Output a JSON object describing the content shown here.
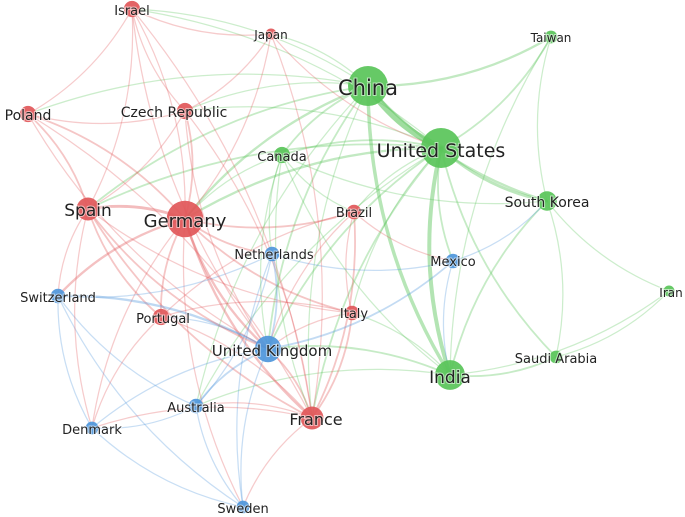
{
  "clusters": {
    "red": "#e15759",
    "green": "#59c459",
    "blue": "#4e96db"
  },
  "nodes": [
    {
      "id": "china",
      "label": "China",
      "cluster": "green",
      "weight": 10
    },
    {
      "id": "united-states",
      "label": "United States",
      "cluster": "green",
      "weight": 10
    },
    {
      "id": "india",
      "label": "India",
      "cluster": "green",
      "weight": 7
    },
    {
      "id": "south-korea",
      "label": "South Korea",
      "cluster": "green",
      "weight": 4
    },
    {
      "id": "taiwan",
      "label": "Taiwan",
      "cluster": "green",
      "weight": 2
    },
    {
      "id": "canada",
      "label": "Canada",
      "cluster": "green",
      "weight": 3
    },
    {
      "id": "saudi-arabia",
      "label": "Saudi Arabia",
      "cluster": "green",
      "weight": 2
    },
    {
      "id": "iran",
      "label": "Iran",
      "cluster": "green",
      "weight": 1.5
    },
    {
      "id": "germany",
      "label": "Germany",
      "cluster": "red",
      "weight": 9
    },
    {
      "id": "spain",
      "label": "Spain",
      "cluster": "red",
      "weight": 5
    },
    {
      "id": "france",
      "label": "France",
      "cluster": "red",
      "weight": 5
    },
    {
      "id": "poland",
      "label": "Poland",
      "cluster": "red",
      "weight": 3
    },
    {
      "id": "israel",
      "label": "Israel",
      "cluster": "red",
      "weight": 3
    },
    {
      "id": "czech-republic",
      "label": "Czech Republic",
      "cluster": "red",
      "weight": 3
    },
    {
      "id": "japan",
      "label": "Japan",
      "cluster": "red",
      "weight": 1.5
    },
    {
      "id": "brazil",
      "label": "Brazil",
      "cluster": "red",
      "weight": 2.5
    },
    {
      "id": "italy",
      "label": "Italy",
      "cluster": "red",
      "weight": 2.5
    },
    {
      "id": "portugal",
      "label": "Portugal",
      "cluster": "red",
      "weight": 3
    },
    {
      "id": "united-kingdom",
      "label": "United Kingdom",
      "cluster": "blue",
      "weight": 6
    },
    {
      "id": "netherlands",
      "label": "Netherlands",
      "cluster": "blue",
      "weight": 2.5
    },
    {
      "id": "mexico",
      "label": "Mexico",
      "cluster": "blue",
      "weight": 2.5
    },
    {
      "id": "switzerland",
      "label": "Switzerland",
      "cluster": "blue",
      "weight": 2.5
    },
    {
      "id": "australia",
      "label": "Australia",
      "cluster": "blue",
      "weight": 2.5
    },
    {
      "id": "denmark",
      "label": "Denmark",
      "cluster": "blue",
      "weight": 2
    },
    {
      "id": "sweden",
      "label": "Sweden",
      "cluster": "blue",
      "weight": 2
    }
  ],
  "links": [
    [
      "china",
      "united-states",
      10
    ],
    [
      "china",
      "india",
      5
    ],
    [
      "united-states",
      "india",
      6
    ],
    [
      "united-states",
      "south-korea",
      4
    ],
    [
      "china",
      "south-korea",
      3
    ],
    [
      "china",
      "taiwan",
      3
    ],
    [
      "united-states",
      "taiwan",
      2
    ],
    [
      "united-states",
      "saudi-arabia",
      2
    ],
    [
      "india",
      "saudi-arabia",
      2
    ],
    [
      "south-korea",
      "india",
      2
    ],
    [
      "united-states",
      "canada",
      2
    ],
    [
      "china",
      "canada",
      2
    ],
    [
      "south-korea",
      "iran",
      1
    ],
    [
      "saudi-arabia",
      "iran",
      1
    ],
    [
      "india",
      "iran",
      1
    ],
    [
      "taiwan",
      "south-korea",
      1
    ],
    [
      "united-states",
      "mexico",
      2
    ],
    [
      "china",
      "germany",
      3
    ],
    [
      "united-states",
      "germany",
      3
    ],
    [
      "china",
      "israel",
      1
    ],
    [
      "united-states",
      "israel",
      1
    ],
    [
      "china",
      "japan",
      1
    ],
    [
      "united-states",
      "united-kingdom",
      2
    ],
    [
      "china",
      "united-kingdom",
      2
    ],
    [
      "india",
      "united-kingdom",
      2
    ],
    [
      "united-states",
      "france",
      2
    ],
    [
      "china",
      "france",
      1
    ],
    [
      "united-states",
      "brazil",
      1
    ],
    [
      "united-states",
      "italy",
      1
    ],
    [
      "india",
      "italy",
      1
    ],
    [
      "china",
      "spain",
      2
    ],
    [
      "united-states",
      "spain",
      2
    ],
    [
      "china",
      "czech-republic",
      1
    ],
    [
      "united-states",
      "czech-republic",
      1
    ],
    [
      "china",
      "poland",
      1
    ],
    [
      "china",
      "australia",
      1
    ],
    [
      "united-states",
      "australia",
      1
    ],
    [
      "india",
      "australia",
      1
    ],
    [
      "germany",
      "spain",
      4
    ],
    [
      "germany",
      "france",
      3
    ],
    [
      "germany",
      "poland",
      2
    ],
    [
      "germany",
      "czech-republic",
      2
    ],
    [
      "germany",
      "israel",
      1
    ],
    [
      "germany",
      "japan",
      1
    ],
    [
      "germany",
      "portugal",
      2
    ],
    [
      "germany",
      "italy",
      2
    ],
    [
      "germany",
      "brazil",
      2
    ],
    [
      "germany",
      "united-kingdom",
      3
    ],
    [
      "germany",
      "switzerland",
      3
    ],
    [
      "germany",
      "netherlands",
      2
    ],
    [
      "germany",
      "denmark",
      1
    ],
    [
      "germany",
      "sweden",
      1
    ],
    [
      "spain",
      "poland",
      2
    ],
    [
      "spain",
      "israel",
      1
    ],
    [
      "spain",
      "portugal",
      2
    ],
    [
      "spain",
      "france",
      2
    ],
    [
      "spain",
      "czech-republic",
      1
    ],
    [
      "spain",
      "italy",
      1
    ],
    [
      "spain",
      "switzerland",
      1
    ],
    [
      "france",
      "italy",
      2
    ],
    [
      "france",
      "brazil",
      2
    ],
    [
      "france",
      "portugal",
      1
    ],
    [
      "france",
      "united-kingdom",
      2
    ],
    [
      "france",
      "japan",
      1
    ],
    [
      "france",
      "czech-republic",
      1
    ],
    [
      "france",
      "poland",
      1
    ],
    [
      "france",
      "israel",
      1
    ],
    [
      "poland",
      "israel",
      1
    ],
    [
      "poland",
      "czech-republic",
      1
    ],
    [
      "israel",
      "czech-republic",
      1
    ],
    [
      "israel",
      "japan",
      1
    ],
    [
      "czech-republic",
      "japan",
      1
    ],
    [
      "brazil",
      "italy",
      1
    ],
    [
      "brazil",
      "portugal",
      1
    ],
    [
      "italy",
      "portugal",
      1
    ],
    [
      "brazil",
      "mexico",
      1
    ],
    [
      "united-kingdom",
      "switzerland",
      3
    ],
    [
      "united-kingdom",
      "netherlands",
      2
    ],
    [
      "united-kingdom",
      "australia",
      2
    ],
    [
      "united-kingdom",
      "denmark",
      1
    ],
    [
      "united-kingdom",
      "sweden",
      1
    ],
    [
      "united-kingdom",
      "mexico",
      2
    ],
    [
      "united-kingdom",
      "portugal",
      1
    ],
    [
      "switzerland",
      "denmark",
      1
    ],
    [
      "switzerland",
      "netherlands",
      1
    ],
    [
      "switzerland",
      "australia",
      1
    ],
    [
      "switzerland",
      "sweden",
      1
    ],
    [
      "denmark",
      "sweden",
      1
    ],
    [
      "denmark",
      "australia",
      1
    ],
    [
      "australia",
      "sweden",
      1
    ],
    [
      "australia",
      "netherlands",
      1
    ],
    [
      "netherlands",
      "mexico",
      1
    ],
    [
      "netherlands",
      "sweden",
      1
    ],
    [
      "mexico",
      "india",
      1
    ],
    [
      "mexico",
      "south-korea",
      1
    ],
    [
      "canada",
      "germany",
      1
    ],
    [
      "canada",
      "united-kingdom",
      1
    ],
    [
      "canada",
      "france",
      1
    ],
    [
      "canada",
      "india",
      1
    ],
    [
      "canada",
      "brazil",
      1
    ],
    [
      "canada",
      "netherlands",
      1
    ],
    [
      "canada",
      "south-korea",
      1
    ],
    [
      "israel",
      "united-kingdom",
      1
    ],
    [
      "poland",
      "united-kingdom",
      1
    ],
    [
      "czech-republic",
      "united-kingdom",
      1
    ],
    [
      "portugal",
      "denmark",
      1
    ],
    [
      "spain",
      "united-kingdom",
      2
    ],
    [
      "spain",
      "denmark",
      1
    ],
    [
      "italy",
      "united-kingdom",
      1
    ],
    [
      "brazil",
      "united-kingdom",
      1
    ],
    [
      "japan",
      "united-states",
      1
    ],
    [
      "taiwan",
      "india",
      1
    ],
    [
      "saudi-arabia",
      "south-korea",
      1
    ],
    [
      "france",
      "denmark",
      1
    ],
    [
      "france",
      "sweden",
      1
    ],
    [
      "france",
      "australia",
      1
    ]
  ]
}
